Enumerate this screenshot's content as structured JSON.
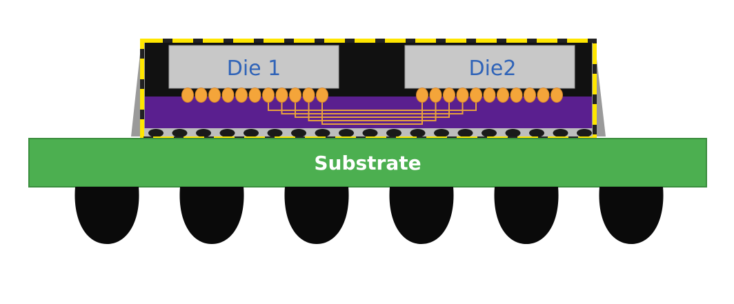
{
  "labels": {
    "die1": "Die 1",
    "die2": "Die2",
    "substrate": "Substrate"
  },
  "colors": {
    "substrate": "#4caf50",
    "die": "#c8c8c8",
    "interposer": "#5a1f8f",
    "microbump": "#f4a53a",
    "routing": "#e8a23c",
    "mold": "#111111",
    "highlight_outline": "#ffe600",
    "solder_ball": "#0a0a0a",
    "die_label": "#2f63b8",
    "substrate_label": "#ffffff"
  },
  "structure": {
    "die1_microbumps": 11,
    "die2_microbumps": 11,
    "bridge_traces": 5,
    "solder_balls": 6
  }
}
